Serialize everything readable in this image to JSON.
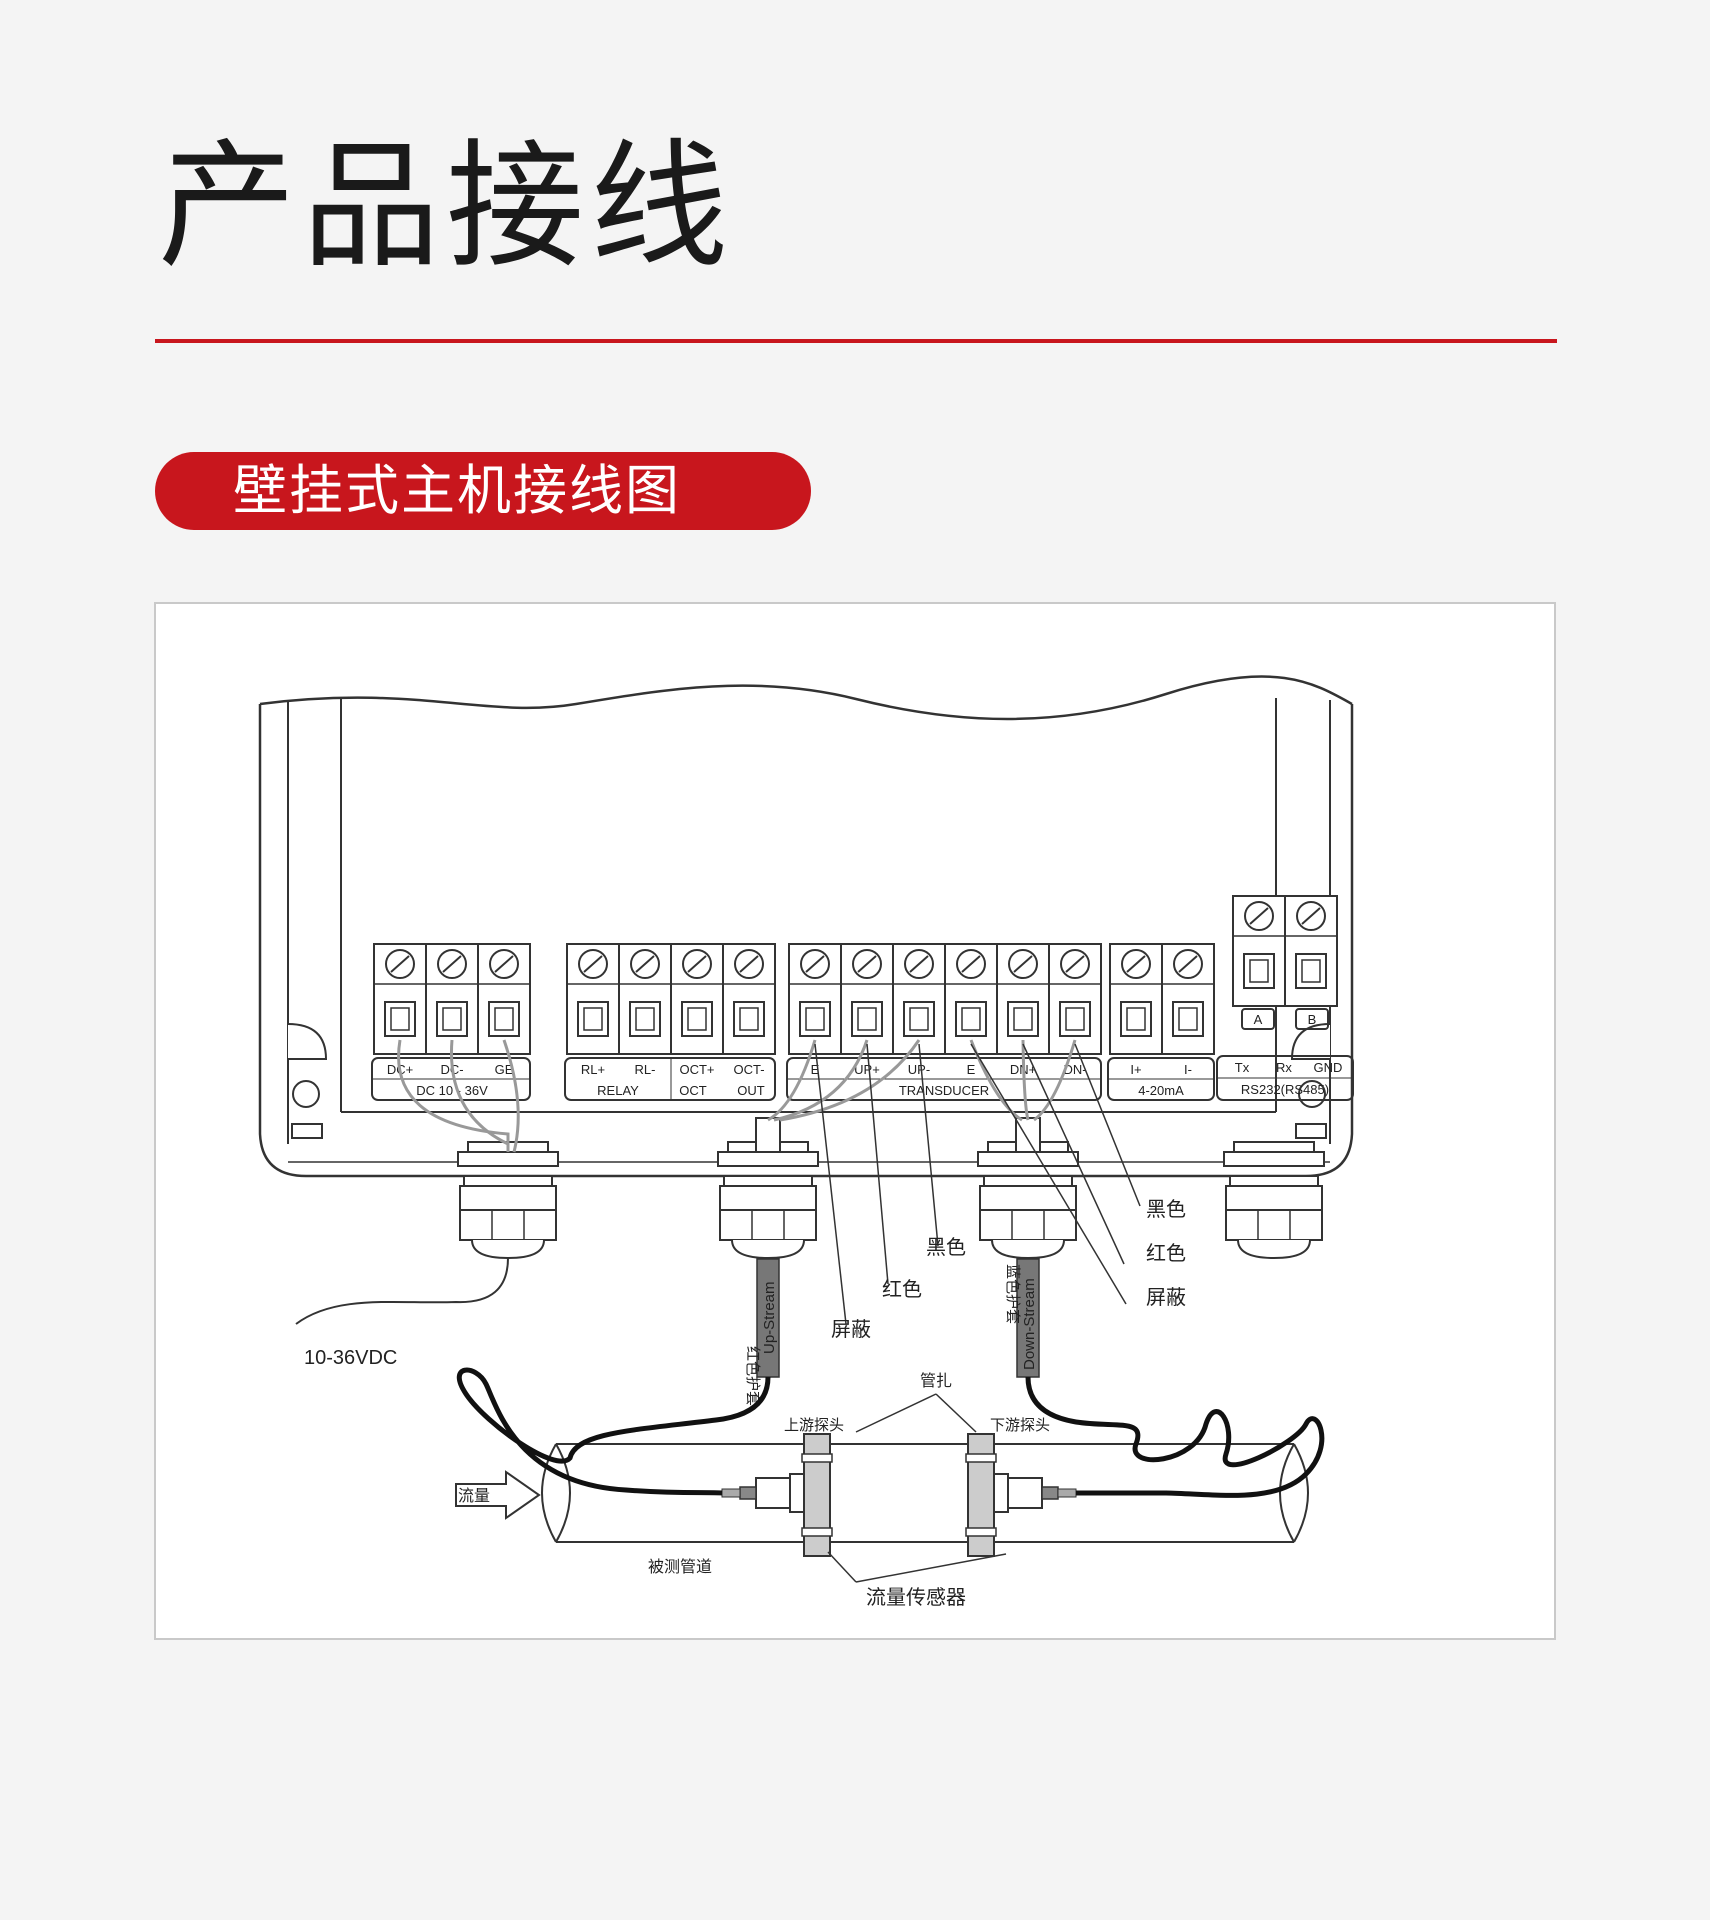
{
  "page_title": "产品接线",
  "section_title": "壁挂式主机接线图",
  "diagram": {
    "power_block": {
      "pins": [
        "DC+",
        "DC-",
        "GE"
      ],
      "group_label": "DC  10 - 36V"
    },
    "relay_block": {
      "pins": [
        "RL+",
        "RL-",
        "OCT+",
        "OCT-"
      ],
      "group_label_left": "RELAY",
      "group_label_right_1": "OCT",
      "group_label_right_2": "OUT"
    },
    "transducer_block": {
      "pins": [
        "E",
        "UP+",
        "UP-",
        "E",
        "DN+",
        "DN-"
      ],
      "group_label": "TRANSDUCER"
    },
    "current_block": {
      "pins": [
        "I+",
        "I-"
      ],
      "group_label": "4-20mA"
    },
    "comm_block": {
      "top_labels": [
        "A",
        "B"
      ],
      "pins": [
        "Tx",
        "Rx",
        "GND"
      ],
      "group_label": "RS232(RS485)"
    },
    "wire_labels": {
      "black_left": "黑色",
      "red_left": "红色",
      "shield_left": "屏蔽",
      "black_right": "黑色",
      "red_right": "红色",
      "shield_right": "屏蔽"
    },
    "cable_up_marker": "红色护套",
    "cable_up_name": "Up-Stream",
    "cable_down_marker": "蓝色护套",
    "cable_down_name": "Down-Stream",
    "power_supply_label": "10-36VDC",
    "clamp_label": "管扎",
    "upstream_probe_label": "上游探头",
    "downstream_probe_label": "下游探头",
    "flow_label": "流量",
    "pipe_label": "被测管道",
    "sensor_label": "流量传感器"
  }
}
